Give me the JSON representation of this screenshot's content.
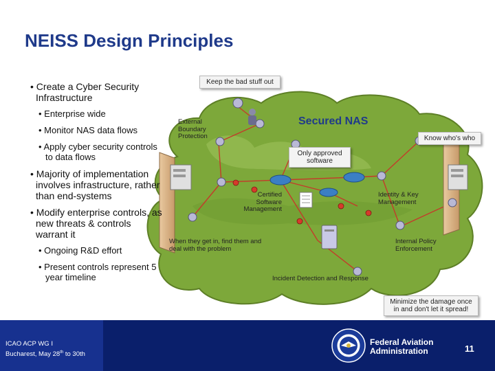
{
  "slide": {
    "title": "NEISS Design Principles",
    "bullets": {
      "b1": "• Create a Cyber Security Infrastructure",
      "b1_sub": [
        "• Enterprise wide",
        "• Monitor NAS data flows",
        "• Apply cyber security controls to data flows"
      ],
      "b2": "• Majority of implementation involves infrastructure, rather than end-systems",
      "b3": "• Modify enterprise controls, as new threats & controls warrant it",
      "b3_sub": [
        "• Ongoing R&D effort",
        "• Present controls represent 5 year timeline"
      ]
    }
  },
  "diagram": {
    "secured_nas": "Secured NAS",
    "callouts": {
      "keep_out": "Keep the bad stuff out",
      "know_who": "Know who's who",
      "only_approved": "Only approved software",
      "minimize": "Minimize the damage once in and don't let it spread!"
    },
    "labels": {
      "external_boundary": "External Boundary Protection",
      "certified_sw": "Certified Software Management",
      "identity_key": "Identity & Key Management",
      "when_in": "When they get in, find them and deal with the problem",
      "internal_policy": "Internal Policy Enforcement",
      "incident": "Incident Detection and Response"
    }
  },
  "footer": {
    "org_line1": "ICAO ACP WG I",
    "org_line2_pre": "Bucharest, May 28",
    "org_line2_sup": "th",
    "org_line2_post": " to 30th",
    "agency_line1": "Federal Aviation",
    "agency_line2": "Administration",
    "page_number": "11"
  },
  "colors": {
    "title": "#1f3a8a",
    "cloud": "#7da83a",
    "footer": "#0a1f6b"
  }
}
